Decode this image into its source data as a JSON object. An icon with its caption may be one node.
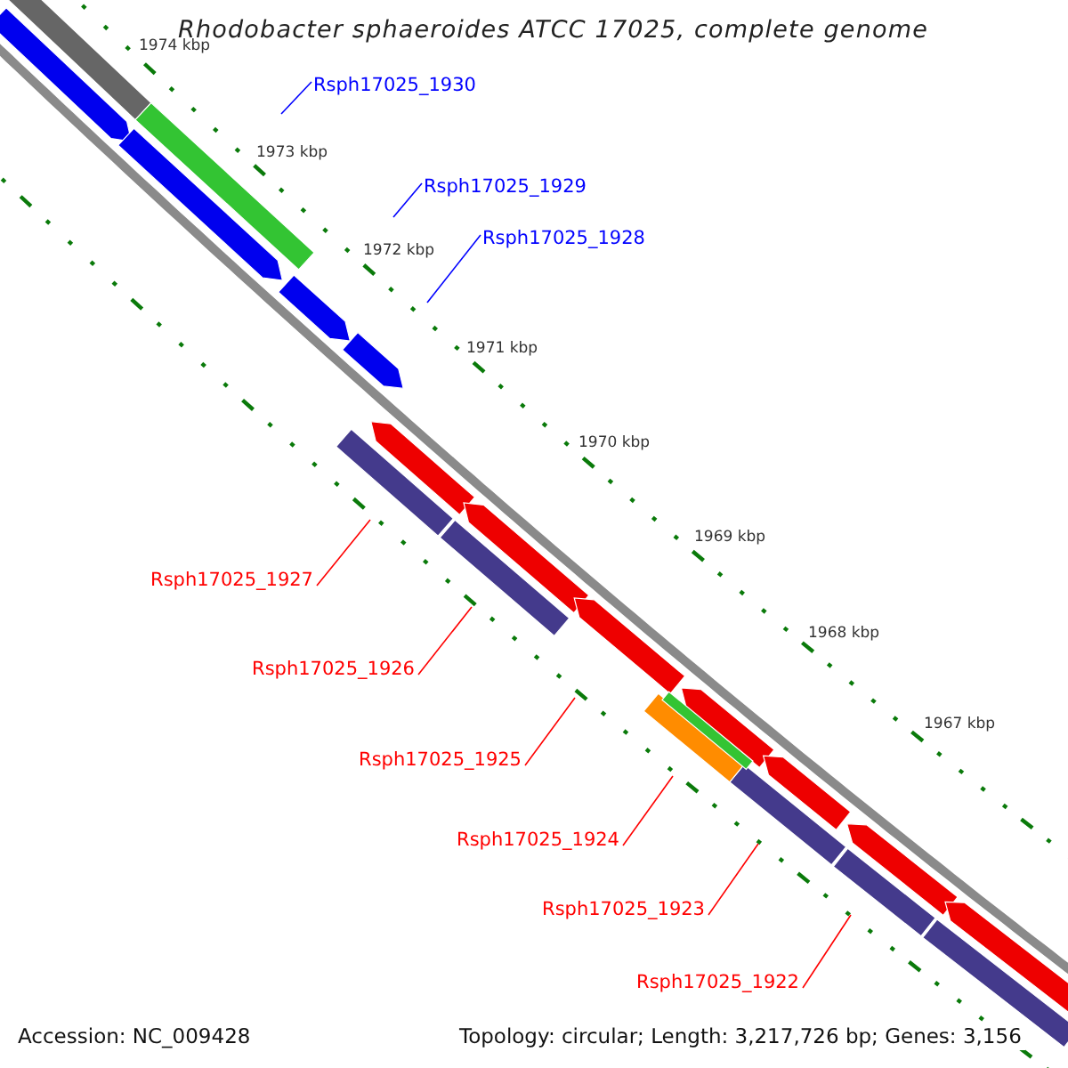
{
  "diagram": {
    "title": "Rhodobacter sphaeroides ATCC 17025, complete genome",
    "nodes": [
      {
        "text": [
          "Rsph17025_1930"
        ]
      },
      {
        "text": [
          "Rsph17025_1929"
        ]
      },
      {
        "text": [
          "Rsph17025_1928"
        ]
      },
      {
        "text": [
          "Rsph17025_1927"
        ]
      },
      {
        "text": [
          "Rsph17025_1926"
        ]
      },
      {
        "text": [
          "Rsph17025_1925"
        ]
      },
      {
        "text": [
          "Rsph17025_1924"
        ]
      },
      {
        "text": [
          "Rsph17025_1923"
        ]
      },
      {
        "text": [
          "Rsph17025_1922"
        ]
      }
    ],
    "edges": [
      {
        "from": 0,
        "to": null,
        "arrow": "none",
        "color": "#0000ff"
      },
      {
        "from": 1,
        "to": null,
        "arrow": "none",
        "color": "#0000ff"
      },
      {
        "from": 2,
        "to": null,
        "arrow": "none",
        "color": "#0000ff"
      },
      {
        "from": 3,
        "to": null,
        "arrow": "none"
      },
      {
        "from": 4,
        "to": null,
        "arrow": "none"
      },
      {
        "from": 5,
        "to": null,
        "arrow": "none"
      },
      {
        "from": 6,
        "to": null,
        "arrow": "none"
      },
      {
        "from": 7,
        "to": null,
        "arrow": "none"
      },
      {
        "from": 8,
        "to": null,
        "arrow": "none"
      }
    ],
    "labels": [
      "1974 kbp",
      "1973 kbp",
      "1972 kbp",
      "1971 kbp",
      "1970 kbp",
      "1969 kbp",
      "1968 kbp",
      "1967 kbp",
      "Accession: NC_009428",
      "Topology: circular; Length: 3,217,726 bp; Genes: 3,156"
    ]
  }
}
